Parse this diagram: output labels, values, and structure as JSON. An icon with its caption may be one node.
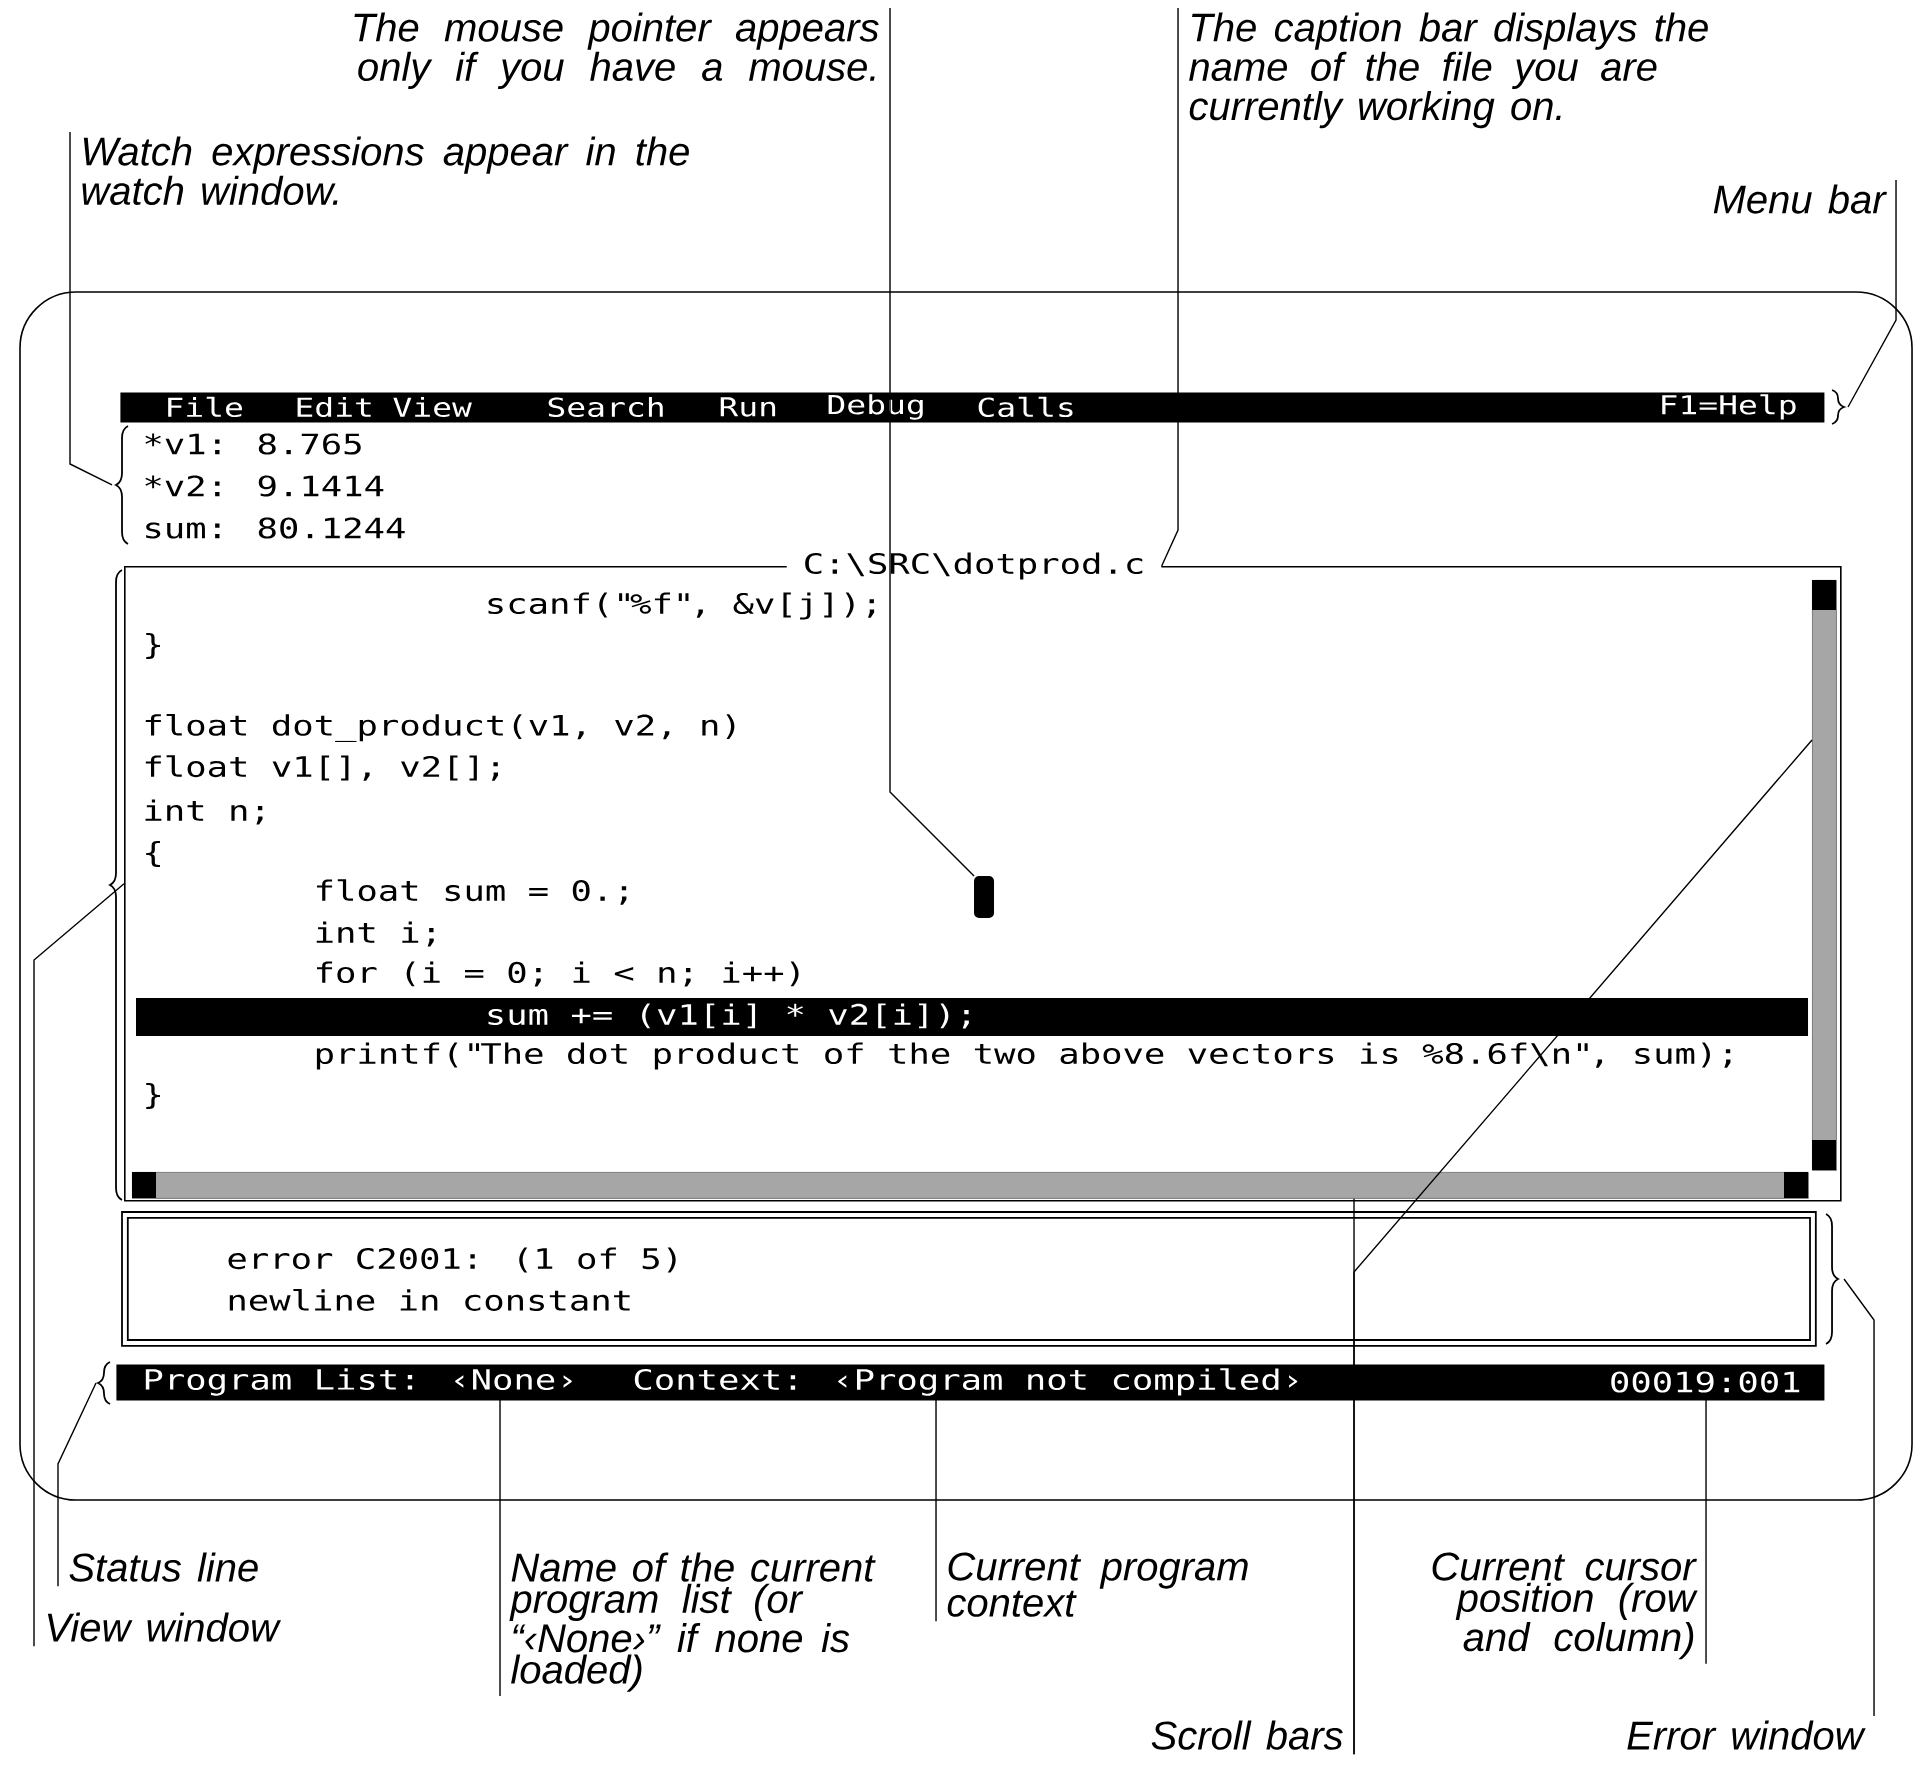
{
  "diagram": {
    "nodes": [
      {
        "text": [
          "The mouse pointer appears only if you have a mouse."
        ]
      },
      {
        "text": [
          "The caption bar displays the name of the file you are currently working on."
        ]
      },
      {
        "text": [
          "Watch expressions appear in the watch window."
        ]
      },
      {
        "text": [
          "Menu bar"
        ]
      },
      {
        "text": [
          "Status line"
        ]
      },
      {
        "text": [
          "View window"
        ]
      },
      {
        "text": [
          "Name of the current program list (or “‹None›” if none is loaded)"
        ]
      },
      {
        "text": [
          "Current program context"
        ]
      },
      {
        "text": [
          "Current cursor position (row and column)"
        ]
      },
      {
        "text": [
          "Scroll bars"
        ]
      },
      {
        "text": [
          "Error window"
        ]
      },
      {
        "text": [
          "File",
          "Edit",
          "View",
          "Search",
          "Run",
          "Debug",
          "Calls",
          "F1=Help"
        ]
      },
      {
        "text": [
          "*v1: 8.765",
          "*v2: 9.1414",
          "sum: 80.1244"
        ]
      },
      {
        "text": [
          "scanf(\"%f\", &v[j]);",
          "}",
          "float dot_product(v1, v2, n)",
          "float v1[], v2[];",
          "int n;",
          "{",
          "float sum = 0.;",
          "int i;",
          "for (i = 0; i < n; i++)",
          "sum += (v1[i] * v2[i]);",
          "printf(\"The dot product of the two above vectors is %8.6f\\n\", sum);",
          "}"
        ]
      },
      {
        "text": [
          "C:\\SRC\\dotprod.c"
        ],
        "in": 13
      },
      {
        "text": [],
        "shape": "box",
        "in": 13
      },
      {
        "text": [],
        "shape": "bar",
        "in": 13
      },
      {
        "text": [],
        "shape": "bar",
        "in": 13
      },
      {
        "text": [
          "error C2001: (1 of 5)",
          "newline in constant"
        ]
      },
      {
        "text": [],
        "shape": "bar"
      },
      {
        "text": [
          "Program List: ‹None›"
        ],
        "in": 19
      },
      {
        "text": [
          "Context: ‹Program not compiled›"
        ],
        "in": 19
      },
      {
        "text": [
          "00019:001"
        ],
        "in": 19
      }
    ],
    "edges": [
      {
        "from": 0,
        "to": 15,
        "arrow": "none"
      },
      {
        "from": 1,
        "to": 14,
        "arrow": "none"
      },
      {
        "from": 2,
        "to": 12,
        "arrow": "none"
      },
      {
        "from": 3,
        "to": 11,
        "arrow": "none"
      },
      {
        "from": 4,
        "to": 19,
        "arrow": "none"
      },
      {
        "from": 5,
        "to": 13,
        "arrow": "none"
      },
      {
        "from": 6,
        "to": 20,
        "arrow": "none"
      },
      {
        "from": 7,
        "to": 21,
        "arrow": "none"
      },
      {
        "from": 8,
        "to": 22,
        "arrow": "none"
      },
      {
        "from": 9,
        "to": 16,
        "arrow": "none"
      },
      {
        "from": 9,
        "to": 17,
        "arrow": "none"
      },
      {
        "from": 10,
        "to": 18,
        "arrow": "none"
      }
    ]
  }
}
